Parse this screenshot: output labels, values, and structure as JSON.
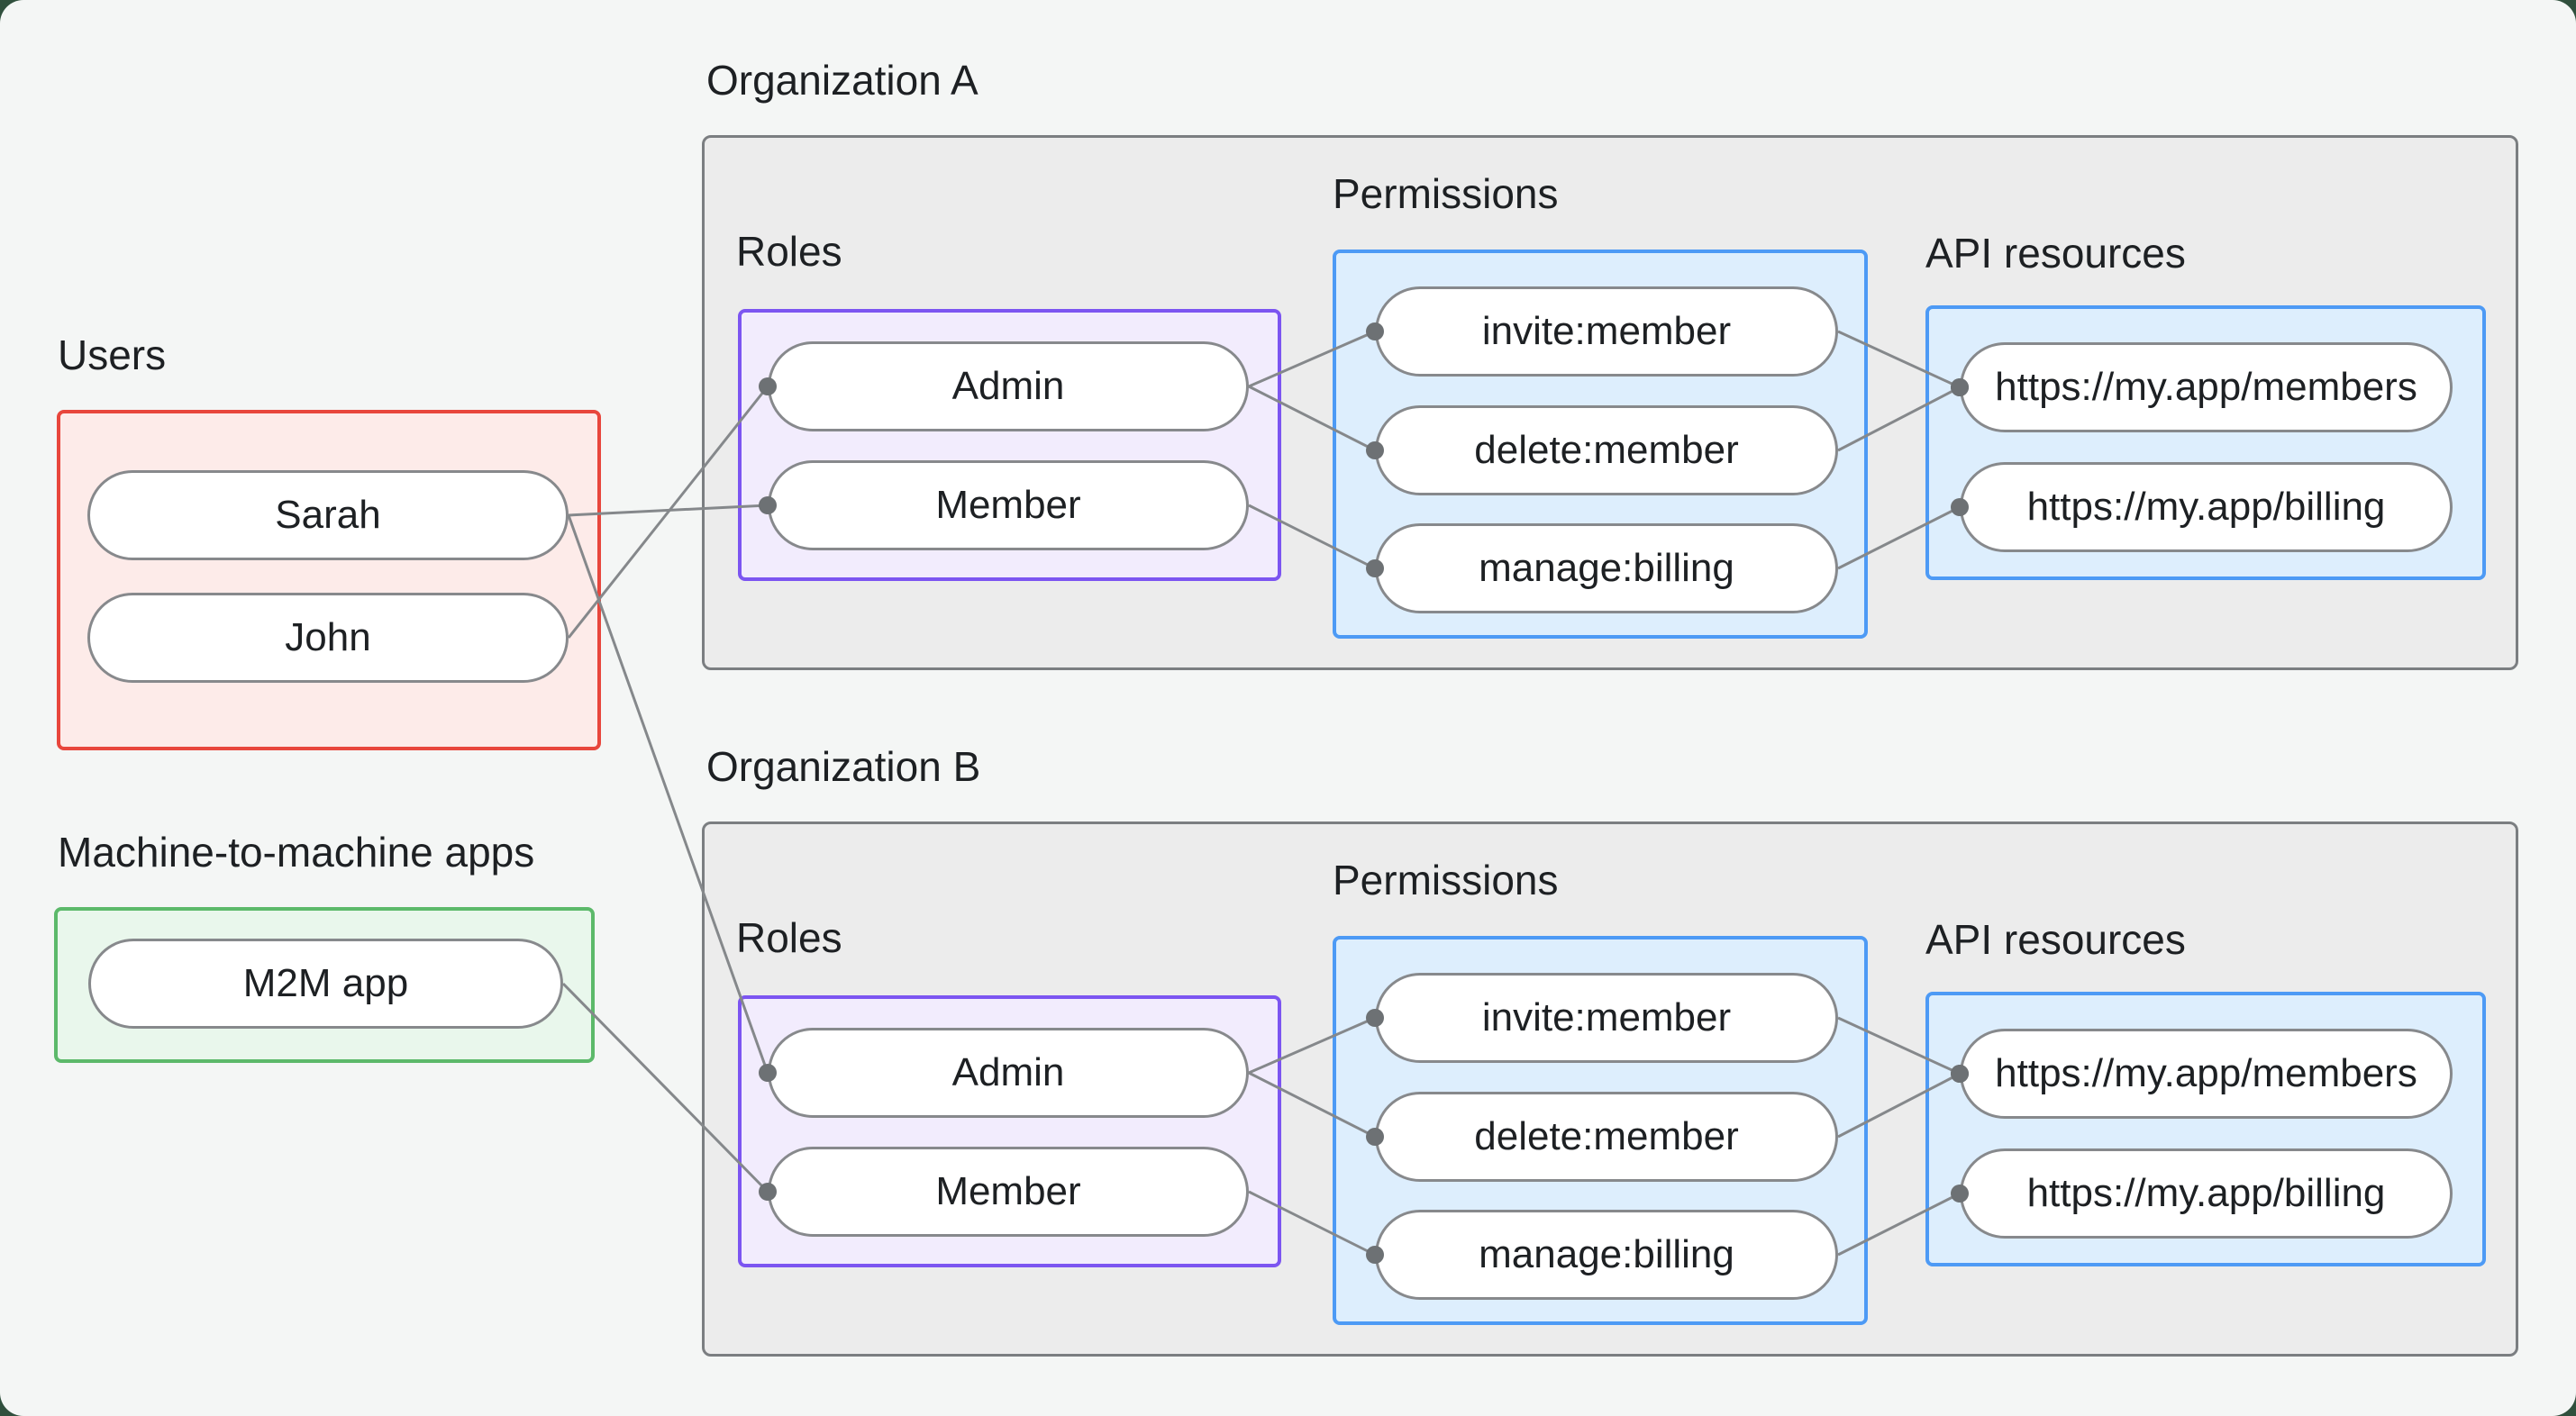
{
  "groups": {
    "users": {
      "label": "Users",
      "nodes": [
        {
          "id": "user-sarah",
          "label": "Sarah"
        },
        {
          "id": "user-john",
          "label": "John"
        }
      ]
    },
    "m2m": {
      "label": "Machine-to-machine apps",
      "nodes": [
        {
          "id": "app-m2m",
          "label": "M2M app"
        }
      ]
    }
  },
  "organizations": [
    {
      "title": "Organization A",
      "roles": {
        "label": "Roles",
        "nodes": [
          {
            "id": "role-admin-a",
            "label": "Admin"
          },
          {
            "id": "role-member-a",
            "label": "Member"
          }
        ]
      },
      "permissions": {
        "label": "Permissions",
        "nodes": [
          {
            "id": "perm-invite-a",
            "label": "invite:member"
          },
          {
            "id": "perm-delete-a",
            "label": "delete:member"
          },
          {
            "id": "perm-manage-a",
            "label": "manage:billing"
          }
        ]
      },
      "api_resources": {
        "label": "API resources",
        "nodes": [
          {
            "id": "api-members-a",
            "label": "https://my.app/members"
          },
          {
            "id": "api-billing-a",
            "label": "https://my.app/billing"
          }
        ]
      }
    },
    {
      "title": "Organization B",
      "roles": {
        "label": "Roles",
        "nodes": [
          {
            "id": "role-admin-b",
            "label": "Admin"
          },
          {
            "id": "role-member-b",
            "label": "Member"
          }
        ]
      },
      "permissions": {
        "label": "Permissions",
        "nodes": [
          {
            "id": "perm-invite-b",
            "label": "invite:member"
          },
          {
            "id": "perm-delete-b",
            "label": "delete:member"
          },
          {
            "id": "perm-manage-b",
            "label": "manage:billing"
          }
        ]
      },
      "api_resources": {
        "label": "API resources",
        "nodes": [
          {
            "id": "api-members-b",
            "label": "https://my.app/members"
          },
          {
            "id": "api-billing-b",
            "label": "https://my.app/billing"
          }
        ]
      }
    }
  ],
  "edges": [
    {
      "from": "user-john",
      "to": "role-admin-a"
    },
    {
      "from": "user-sarah",
      "to": "role-member-a"
    },
    {
      "from": "user-sarah",
      "to": "role-admin-b"
    },
    {
      "from": "app-m2m",
      "to": "role-member-b"
    },
    {
      "from": "role-admin-a",
      "to": "perm-invite-a"
    },
    {
      "from": "role-admin-a",
      "to": "perm-delete-a"
    },
    {
      "from": "role-member-a",
      "to": "perm-manage-a"
    },
    {
      "from": "perm-invite-a",
      "to": "api-members-a"
    },
    {
      "from": "perm-delete-a",
      "to": "api-members-a"
    },
    {
      "from": "perm-manage-a",
      "to": "api-billing-a"
    },
    {
      "from": "role-admin-b",
      "to": "perm-invite-b"
    },
    {
      "from": "role-admin-b",
      "to": "perm-delete-b"
    },
    {
      "from": "role-member-b",
      "to": "perm-manage-b"
    },
    {
      "from": "perm-invite-b",
      "to": "api-members-b"
    },
    {
      "from": "perm-delete-b",
      "to": "api-members-b"
    },
    {
      "from": "perm-manage-b",
      "to": "api-billing-b"
    }
  ],
  "colors": {
    "page_bg": "#f4f6f5",
    "outer_bg": "#30503d",
    "org_fill": "#ececec",
    "org_border": "#7b7e81",
    "users_fill": "#fdebe9",
    "users_border": "#e8463c",
    "m2m_fill": "#e9f7ec",
    "m2m_border": "#5cb96a",
    "roles_fill": "#f2ecfd",
    "roles_border": "#7c55f1",
    "perm_fill": "#ddeefd",
    "perm_border": "#4d9af5",
    "pill_fill": "#ffffff",
    "pill_border": "#87898c",
    "edge": "#85888b",
    "edge_dot": "#6d7174",
    "text": "#1d2023"
  }
}
